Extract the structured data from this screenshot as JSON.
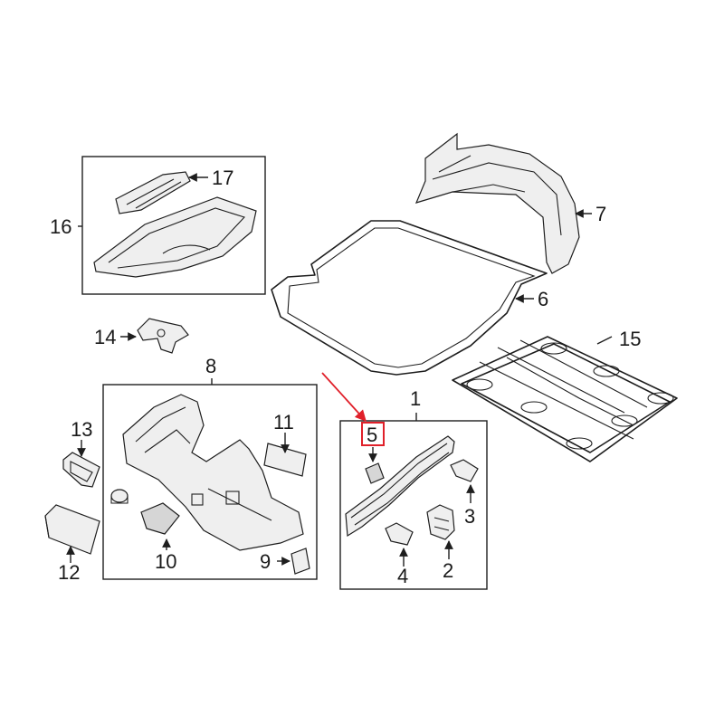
{
  "callouts": {
    "c1": "1",
    "c2": "2",
    "c3": "3",
    "c4": "4",
    "c5": "5",
    "c6": "6",
    "c7": "7",
    "c8": "8",
    "c9": "9",
    "c10": "10",
    "c11": "11",
    "c12": "12",
    "c13": "13",
    "c14": "14",
    "c15": "15",
    "c16": "16",
    "c17": "17"
  },
  "colors": {
    "line": "#1e1e1e",
    "highlight": "#e0202a",
    "background": "#ffffff"
  }
}
